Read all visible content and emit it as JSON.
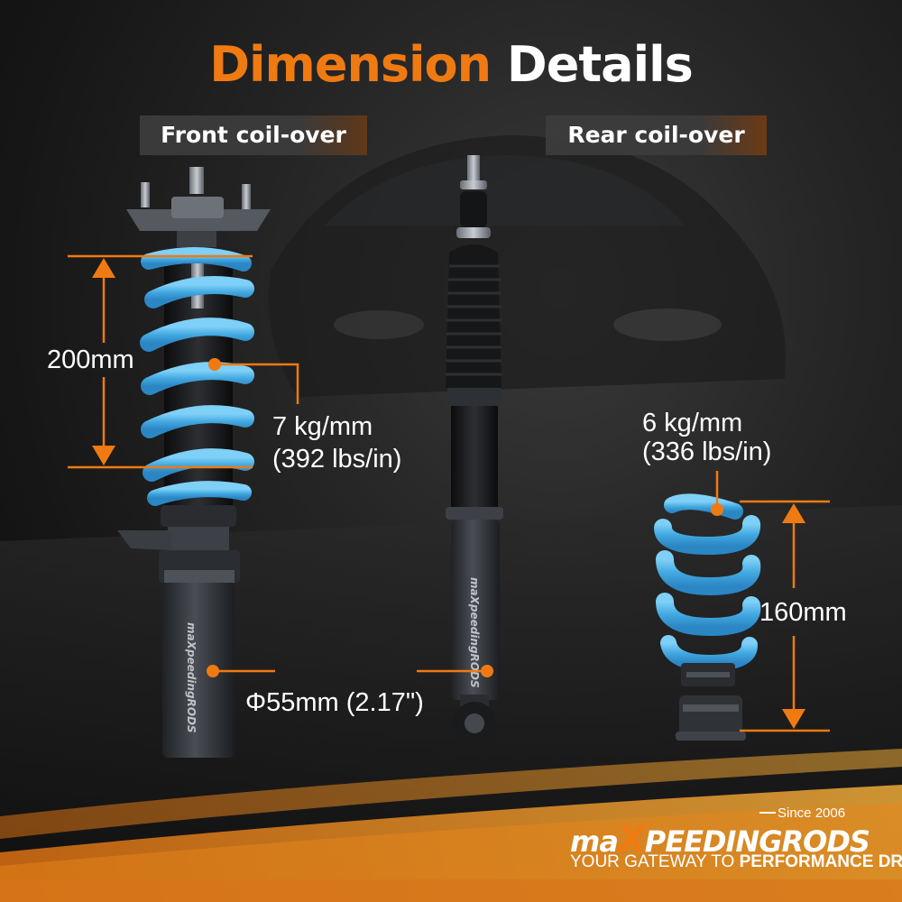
{
  "title": {
    "part1": "Dimension",
    "part2": "Details"
  },
  "front": {
    "tag": "Front coil-over",
    "height": "200mm",
    "rate": "7 kg/mm",
    "rate_imperial": "(392 lbs/in)"
  },
  "rear": {
    "tag": "Rear coil-over",
    "rate": "6 kg/mm",
    "rate_imperial": "(336 lbs/in)",
    "height": "160mm"
  },
  "diameter": "Φ55mm (2.17\")",
  "brand": {
    "prefix": "ma",
    "x": "X",
    "name": "PEEDINGRODS",
    "since": "Since 2006",
    "slogan_start": "YOUR GATEWAY TO ",
    "slogan_bold": "PERFORMANCE DRIVING",
    "body_text": "maXpeedingRODS"
  },
  "colors": {
    "accent": "#f07a12",
    "spring": "#4fb3e8",
    "body": "#2c2f33"
  }
}
